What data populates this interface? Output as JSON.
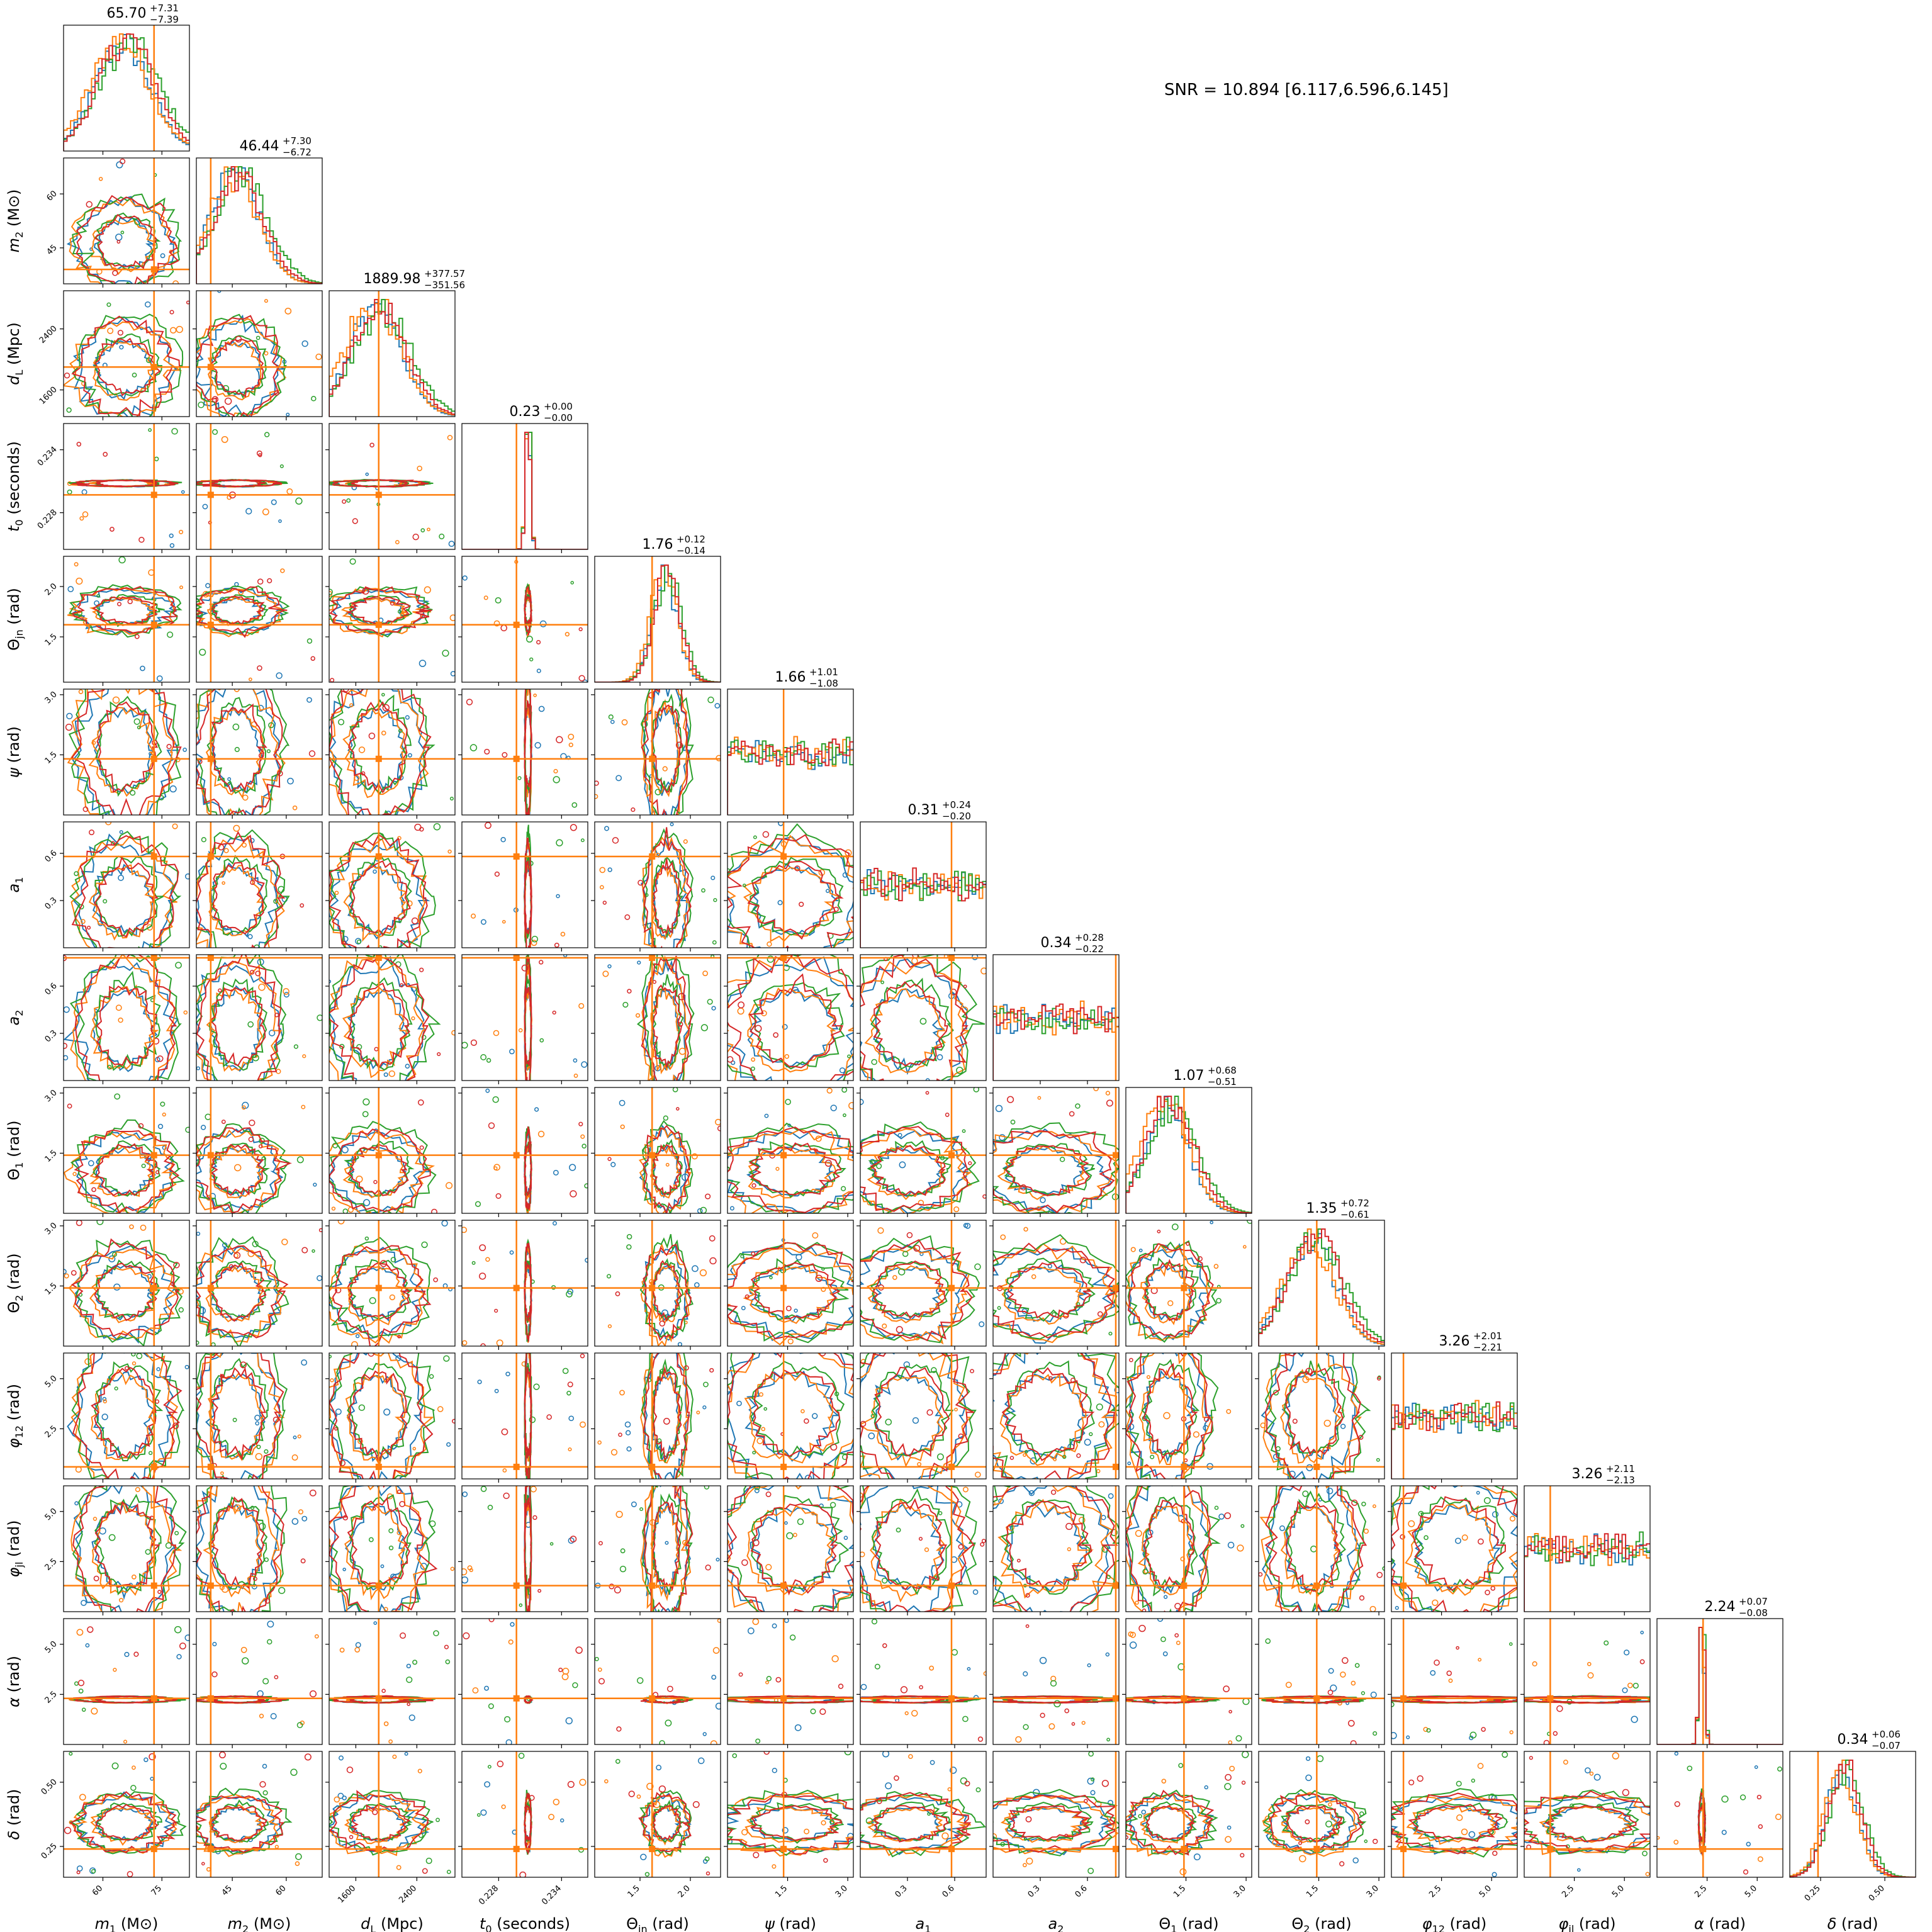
{
  "snr_text": "SNR = 10.894 [6.117,6.596,6.145]",
  "colors": {
    "series": [
      "#1f77b4",
      "#ff7f0e",
      "#2ca02c",
      "#d62728"
    ],
    "truth": "#ff7f0e",
    "frame": "#000000"
  },
  "chart_data": {
    "type": "corner",
    "series": [
      {
        "color": "#1f77b4"
      },
      {
        "color": "#ff7f0e"
      },
      {
        "color": "#2ca02c"
      },
      {
        "color": "#d62728"
      }
    ],
    "parameters": [
      {
        "label": "m₁ (M⊙)",
        "label_main": "m",
        "label_sub": "1",
        "unit": "(M⊙)",
        "title_value": "65.70",
        "title_plus": "+7.31",
        "title_minus": "−7.39",
        "range": [
          50,
          82
        ],
        "ticks": [
          60,
          75
        ],
        "tick_labels": [
          "60",
          "75"
        ],
        "truth": 73.0,
        "median": 65.7
      },
      {
        "label": "m₂ (M⊙)",
        "label_main": "m",
        "label_sub": "2",
        "unit": "(M⊙)",
        "title_value": "46.44",
        "title_plus": "+7.30",
        "title_minus": "−6.72",
        "range": [
          35,
          70
        ],
        "ticks": [
          45,
          60
        ],
        "tick_labels": [
          "45",
          "60"
        ],
        "truth": 39.0,
        "median": 46.4
      },
      {
        "label": "d_L (Mpc)",
        "label_main": "d",
        "label_sub": "L",
        "unit": "(Mpc)",
        "title_value": "1889.98",
        "title_plus": "+377.57",
        "title_minus": "−351.56",
        "range": [
          1250,
          2900
        ],
        "ticks": [
          1600,
          2400
        ],
        "tick_labels": [
          "1600",
          "2400"
        ],
        "truth": 1900,
        "median": 1890
      },
      {
        "label": "t₀ (seconds)",
        "label_main": "t",
        "label_sub": "0",
        "unit": "(seconds)",
        "title_value": "0.23",
        "title_plus": "+0.00",
        "title_minus": "−0.00",
        "range": [
          0.2245,
          0.2365
        ],
        "ticks": [
          0.228,
          0.234
        ],
        "tick_labels": [
          "0.228",
          "0.234"
        ],
        "truth": 0.2297,
        "median": 0.2308
      },
      {
        "label": "Θ_jn (rad)",
        "label_main": "Θ",
        "label_sub": "jn",
        "unit": "(rad)",
        "title_value": "1.76",
        "title_plus": "+0.12",
        "title_minus": "−0.14",
        "range": [
          1.05,
          2.3
        ],
        "ticks": [
          1.5,
          2.0
        ],
        "tick_labels": [
          "1.5",
          "2.0"
        ],
        "truth": 1.62,
        "median": 1.76
      },
      {
        "label": "ψ (rad)",
        "label_main": "ψ",
        "label_sub": "",
        "unit": "(rad)",
        "title_value": "1.66",
        "title_plus": "+1.01",
        "title_minus": "−1.08",
        "range": [
          0.0,
          3.14
        ],
        "ticks": [
          1.5,
          3.0
        ],
        "tick_labels": [
          "1.5",
          "3.0"
        ],
        "truth": 1.4,
        "median": 1.66
      },
      {
        "label": "a₁",
        "label_main": "a",
        "label_sub": "1",
        "unit": "",
        "title_value": "0.31",
        "title_plus": "+0.24",
        "title_minus": "−0.20",
        "range": [
          0.0,
          0.8
        ],
        "ticks": [
          0.3,
          0.6
        ],
        "tick_labels": [
          "0.3",
          "0.6"
        ],
        "truth": 0.58,
        "median": 0.31
      },
      {
        "label": "a₂",
        "label_main": "a",
        "label_sub": "2",
        "unit": "",
        "title_value": "0.34",
        "title_plus": "+0.28",
        "title_minus": "−0.22",
        "range": [
          0.0,
          0.8
        ],
        "ticks": [
          0.3,
          0.6
        ],
        "tick_labels": [
          "0.3",
          "0.6"
        ],
        "truth": 0.78,
        "median": 0.34
      },
      {
        "label": "Θ₁ (rad)",
        "label_main": "Θ",
        "label_sub": "1",
        "unit": "(rad)",
        "title_value": "1.07",
        "title_plus": "+0.68",
        "title_minus": "−0.51",
        "range": [
          0.0,
          3.14
        ],
        "ticks": [
          1.5,
          3.0
        ],
        "tick_labels": [
          "1.5",
          "3.0"
        ],
        "truth": 1.45,
        "median": 1.07
      },
      {
        "label": "Θ₂ (rad)",
        "label_main": "Θ",
        "label_sub": "2",
        "unit": "(rad)",
        "title_value": "1.35",
        "title_plus": "+0.72",
        "title_minus": "−0.61",
        "range": [
          0.0,
          3.14
        ],
        "ticks": [
          1.5,
          3.0
        ],
        "tick_labels": [
          "1.5",
          "3.0"
        ],
        "truth": 1.45,
        "median": 1.35
      },
      {
        "label": "φ₁₂ (rad)",
        "label_main": "φ",
        "label_sub": "12",
        "unit": "(rad)",
        "title_value": "3.26",
        "title_plus": "+2.01",
        "title_minus": "−2.21",
        "range": [
          0.0,
          6.28
        ],
        "ticks": [
          2.5,
          5.0
        ],
        "tick_labels": [
          "2.5",
          "5.0"
        ],
        "truth": 0.6,
        "median": 3.26
      },
      {
        "label": "φ_jl (rad)",
        "label_main": "φ",
        "label_sub": "jl",
        "unit": "(rad)",
        "title_value": "3.26",
        "title_plus": "+2.11",
        "title_minus": "−2.13",
        "range": [
          0.0,
          6.28
        ],
        "ticks": [
          2.5,
          5.0
        ],
        "tick_labels": [
          "2.5",
          "5.0"
        ],
        "truth": 1.3,
        "median": 3.26
      },
      {
        "label": "α (rad)",
        "label_main": "α",
        "label_sub": "",
        "unit": "(rad)",
        "title_value": "2.24",
        "title_plus": "+0.07",
        "title_minus": "−0.08",
        "range": [
          0.0,
          6.28
        ],
        "ticks": [
          2.5,
          5.0
        ],
        "tick_labels": [
          "2.5",
          "5.0"
        ],
        "truth": 2.3,
        "median": 2.24
      },
      {
        "label": "δ (rad)",
        "label_main": "δ",
        "label_sub": "",
        "unit": "(rad)",
        "title_value": "0.34",
        "title_plus": "+0.06",
        "title_minus": "−0.07",
        "range": [
          0.13,
          0.62
        ],
        "ticks": [
          0.25,
          0.5
        ],
        "tick_labels": [
          "0.25",
          "0.50"
        ],
        "truth": 0.24,
        "median": 0.34
      }
    ]
  }
}
